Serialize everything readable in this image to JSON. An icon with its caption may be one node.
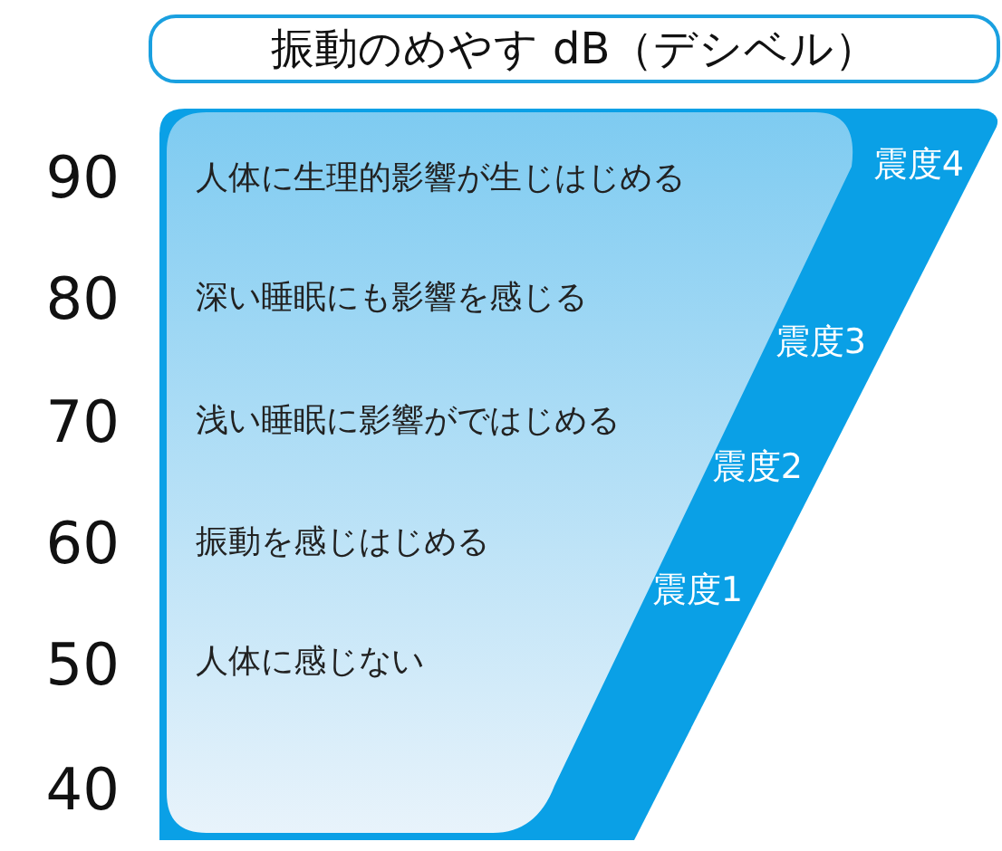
{
  "diagram": {
    "title": "振動のめやす dB（デシベル）",
    "nodes": [
      {
        "text": [
          "震度4",
          "震度3",
          "震度2",
          "震度1"
        ]
      },
      {
        "text": [
          "人体に生理的影響が生じはじめる",
          "深い睡眠にも影響を感じる",
          "浅い睡眠に影響がではじめる",
          "振動を感じはじめる",
          "人体に感じない"
        ],
        "in": 0
      }
    ],
    "labels": [
      "90",
      "80",
      "70",
      "60",
      "50",
      "40"
    ]
  }
}
